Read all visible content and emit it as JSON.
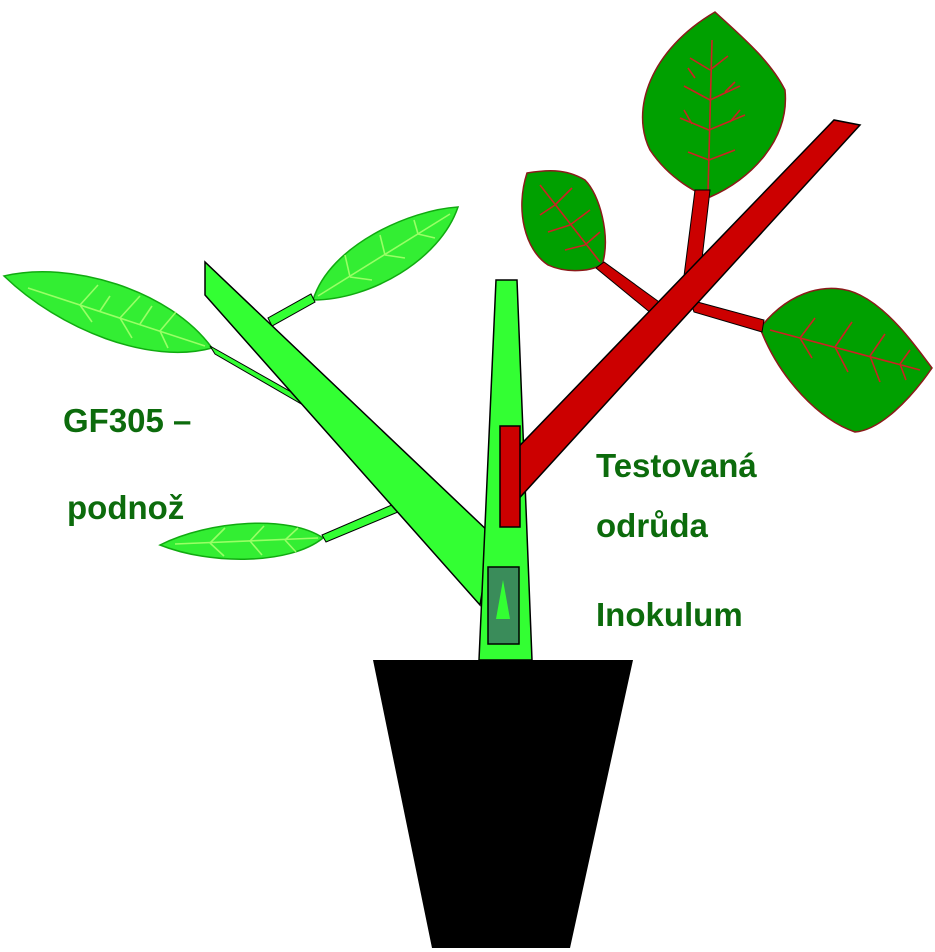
{
  "labels": {
    "rootstock_line1": "GF305 –",
    "rootstock_line2": "podnož",
    "variety_line1": "Testovaná",
    "variety_line2": "odrůda",
    "inoculum": "Inokulum"
  },
  "colors": {
    "rootstock_green": "#33ff33",
    "leaf_green": "#009900",
    "variety_red": "#cc0000",
    "inoculum_box": "#3a8c5a",
    "pot": "#000000",
    "text": "#0c6b0c"
  }
}
